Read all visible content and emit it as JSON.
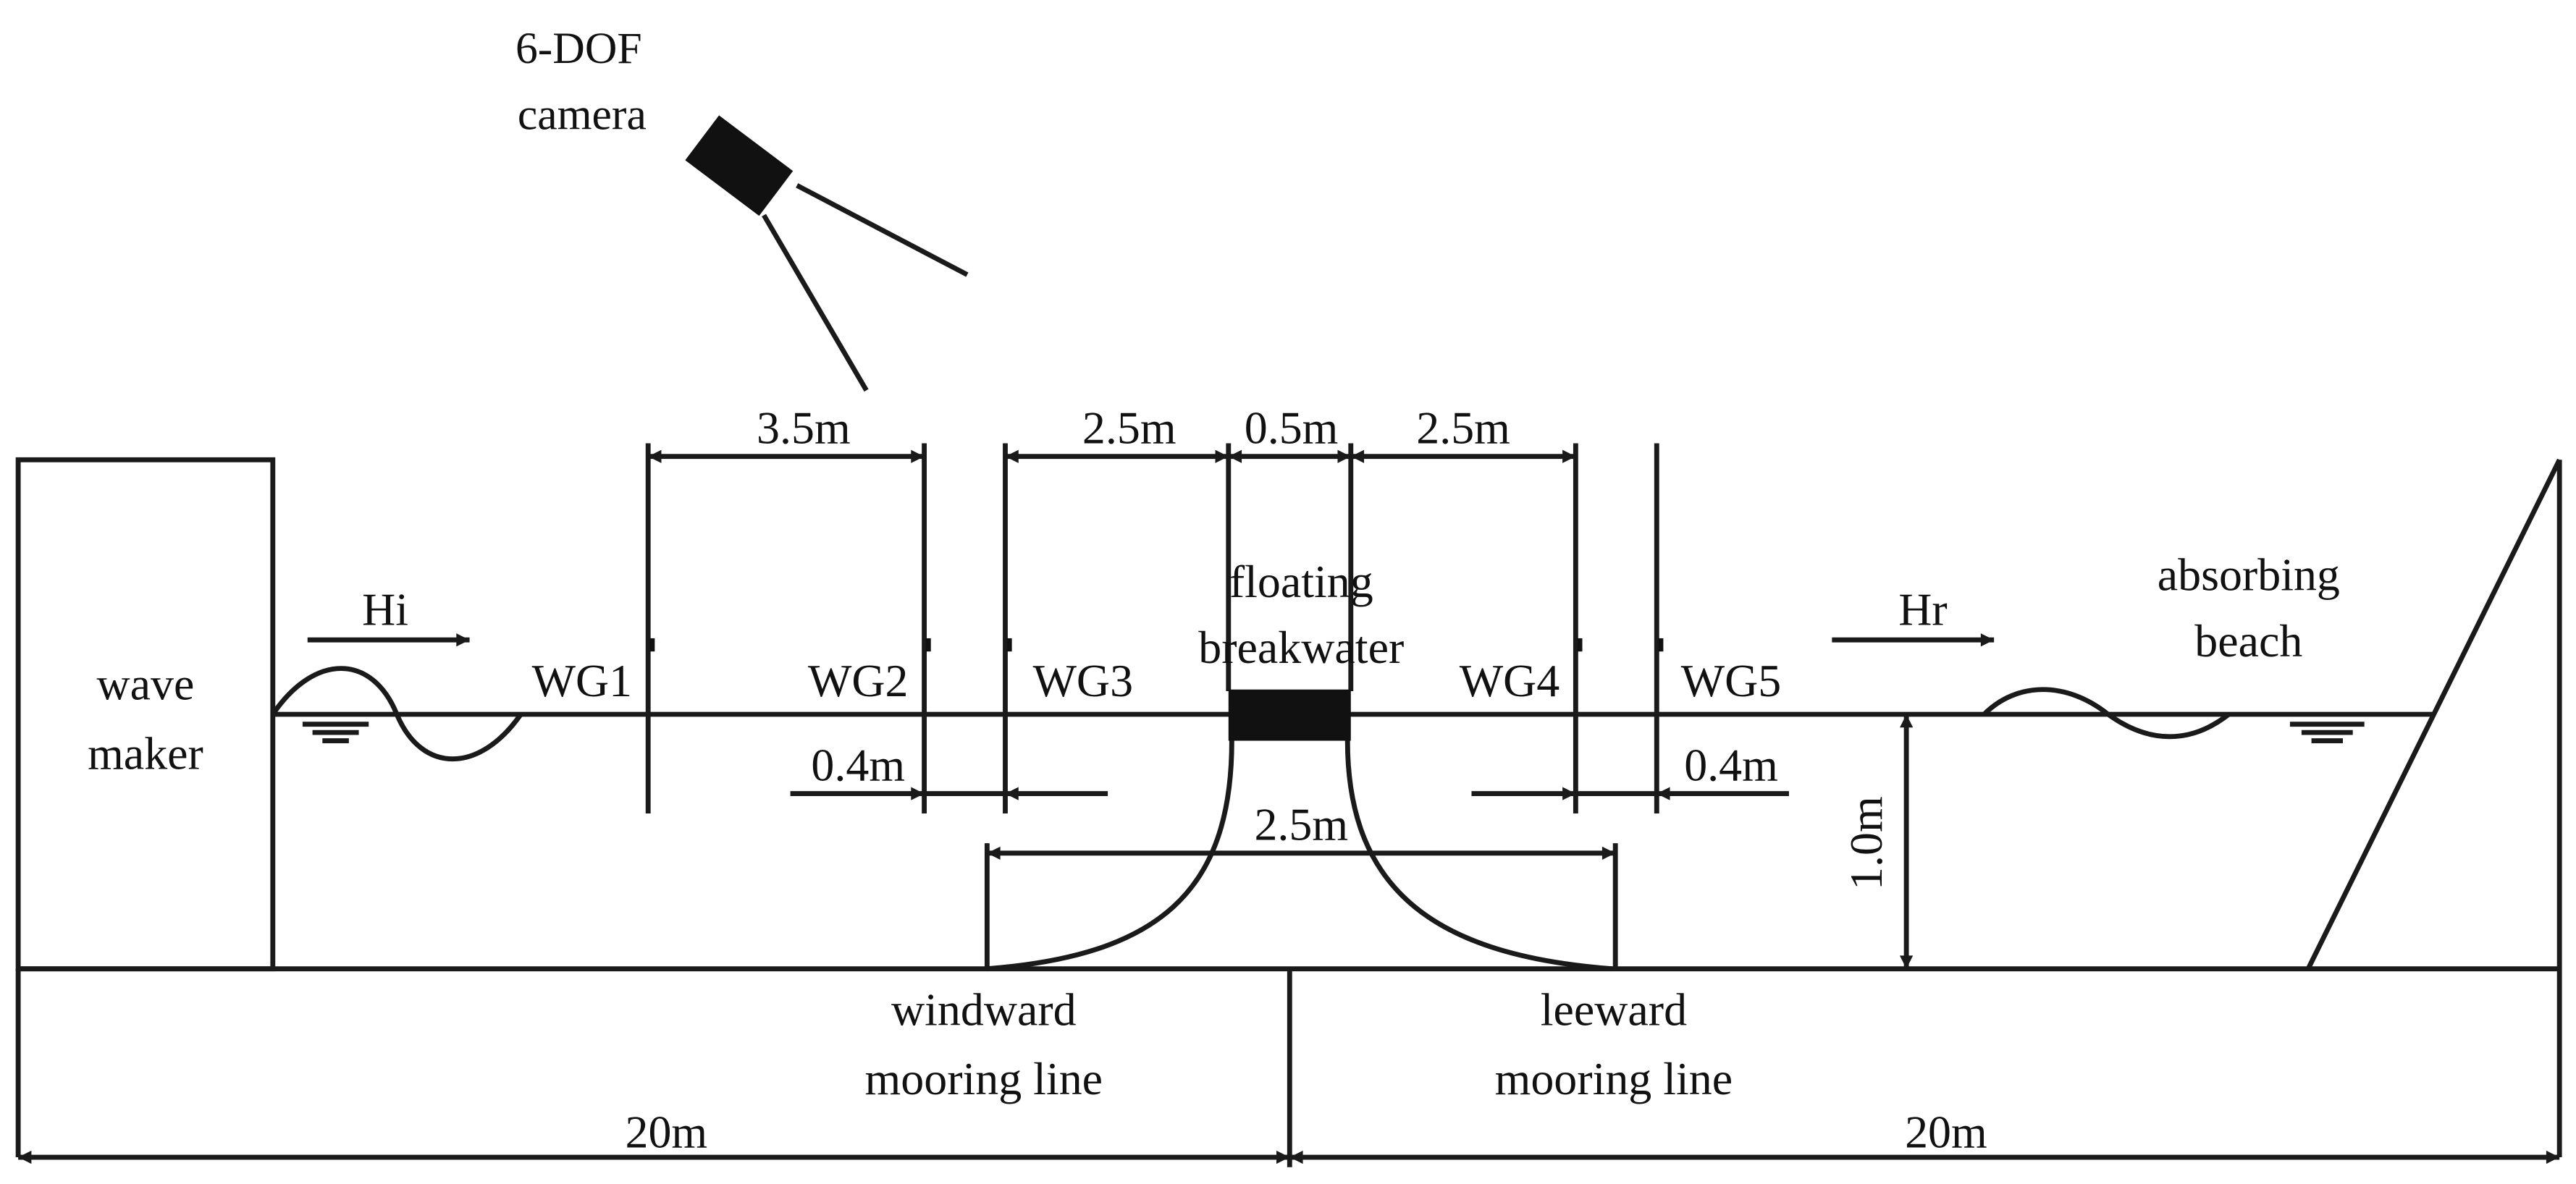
{
  "camera": {
    "label_line1": "6-DOF",
    "label_line2": "camera"
  },
  "wave_maker": {
    "label_line1": "wave",
    "label_line2": "maker"
  },
  "incident_wave": {
    "label": "Hi"
  },
  "reflected_wave": {
    "label": "Hr"
  },
  "breakwater": {
    "label_line1": "floating",
    "label_line2": "breakwater"
  },
  "beach": {
    "label_line1": "absorbing",
    "label_line2": "beach"
  },
  "gauges": [
    "WG1",
    "WG2",
    "WG3",
    "WG4",
    "WG5"
  ],
  "dimensions": {
    "wg1_wg2": "3.5m",
    "wg3_bw": "2.5m",
    "bw_width": "0.5m",
    "bw_wg4": "2.5m",
    "wg2_wg3": "0.4m",
    "wg4_wg5": "0.4m",
    "mooring_span": "2.5m",
    "depth": "1.0m",
    "left_length": "20m",
    "right_length": "20m"
  },
  "mooring": {
    "windward_line1": "windward",
    "windward_line2": "mooring line",
    "leeward_line1": "leeward",
    "leeward_line2": "mooring line"
  }
}
